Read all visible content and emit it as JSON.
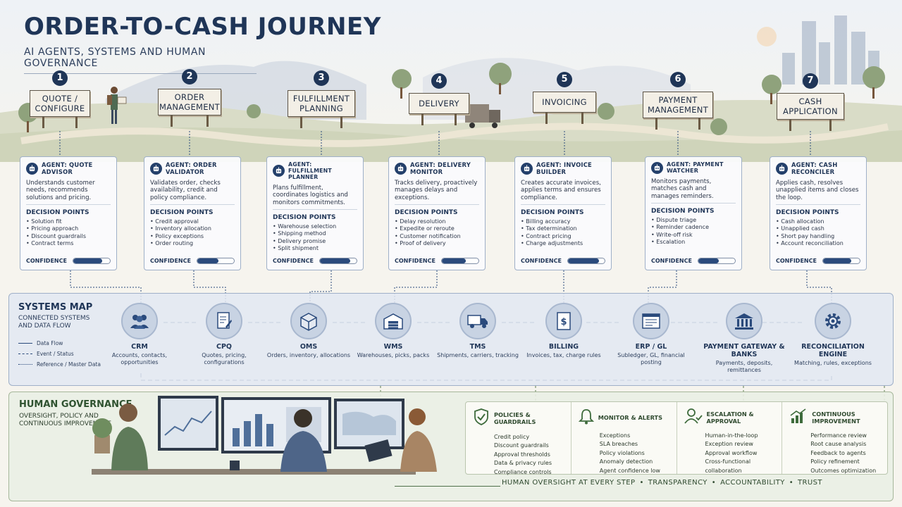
{
  "header": {
    "title": "ORDER-TO-CASH JOURNEY",
    "subtitle": "AI AGENTS, SYSTEMS AND HUMAN GOVERNANCE"
  },
  "stages": [
    {
      "num": "1",
      "label": "QUOTE / CONFIGURE"
    },
    {
      "num": "2",
      "label": "ORDER MANAGEMENT"
    },
    {
      "num": "3",
      "label": "FULFILLMENT PLANNING"
    },
    {
      "num": "4",
      "label": "DELIVERY"
    },
    {
      "num": "5",
      "label": "INVOICING"
    },
    {
      "num": "6",
      "label": "PAYMENT MANAGEMENT"
    },
    {
      "num": "7",
      "label": "CASH APPLICATION"
    }
  ],
  "agents": [
    {
      "name": "AGENT: QUOTE ADVISOR",
      "desc": "Understands customer needs, recommends solutions and pricing.",
      "dp_title": "DECISION POINTS",
      "points": [
        "Solution fit",
        "Pricing approach",
        "Discount guardrails",
        "Contract terms"
      ],
      "confidence_label": "CONFIDENCE",
      "confidence": 0.78
    },
    {
      "name": "AGENT: ORDER VALIDATOR",
      "desc": "Validates order, checks availability, credit and policy compliance.",
      "dp_title": "DECISION POINTS",
      "points": [
        "Credit approval",
        "Inventory allocation",
        "Policy exceptions",
        "Order routing"
      ],
      "confidence_label": "CONFIDENCE",
      "confidence": 0.58
    },
    {
      "name": "AGENT: FULFILLMENT PLANNER",
      "desc": "Plans fulfillment, coordinates logistics and monitors commitments.",
      "dp_title": "DECISION POINTS",
      "points": [
        "Warehouse selection",
        "Shipping method",
        "Delivery promise",
        "Split shipment"
      ],
      "confidence_label": "CONFIDENCE",
      "confidence": 0.82
    },
    {
      "name": "AGENT: DELIVERY MONITOR",
      "desc": "Tracks delivery, proactively manages delays and exceptions.",
      "dp_title": "DECISION POINTS",
      "points": [
        "Delay resolution",
        "Expedite or reroute",
        "Customer notification",
        "Proof of delivery"
      ],
      "confidence_label": "CONFIDENCE",
      "confidence": 0.66
    },
    {
      "name": "AGENT: INVOICE BUILDER",
      "desc": "Creates accurate invoices, applies terms and ensures compliance.",
      "dp_title": "DECISION POINTS",
      "points": [
        "Billing accuracy",
        "Tax determination",
        "Contract pricing",
        "Charge adjustments"
      ],
      "confidence_label": "CONFIDENCE",
      "confidence": 0.85
    },
    {
      "name": "AGENT: PAYMENT WATCHER",
      "desc": "Monitors payments, matches cash and manages reminders.",
      "dp_title": "DECISION POINTS",
      "points": [
        "Dispute triage",
        "Reminder cadence",
        "Write-off risk",
        "Escalation"
      ],
      "confidence_label": "CONFIDENCE",
      "confidence": 0.55
    },
    {
      "name": "AGENT: CASH RECONCILER",
      "desc": "Applies cash, resolves unapplied items and closes the loop.",
      "dp_title": "DECISION POINTS",
      "points": [
        "Cash allocation",
        "Unapplied cash",
        "Short pay handling",
        "Account reconciliation"
      ],
      "confidence_label": "CONFIDENCE",
      "confidence": 0.76
    }
  ],
  "systems": {
    "title": "SYSTEMS MAP",
    "subtitle": "CONNECTED SYSTEMS AND DATA FLOW",
    "legend": [
      "Data Flow",
      "Event / Status",
      "Reference / Master Data"
    ],
    "nodes": [
      {
        "name": "CRM",
        "desc": "Accounts, contacts, opportunities",
        "icon": "people-icon"
      },
      {
        "name": "CPQ",
        "desc": "Quotes, pricing, configurations",
        "icon": "document-pen-icon"
      },
      {
        "name": "OMS",
        "desc": "Orders, inventory, allocations",
        "icon": "box-icon"
      },
      {
        "name": "WMS",
        "desc": "Warehouses, picks, packs",
        "icon": "warehouse-icon"
      },
      {
        "name": "TMS",
        "desc": "Shipments, carriers, tracking",
        "icon": "truck-icon"
      },
      {
        "name": "BILLING",
        "desc": "Invoices, tax, charge rules",
        "icon": "invoice-icon"
      },
      {
        "name": "ERP / GL",
        "desc": "Subledger, GL, financial posting",
        "icon": "ledger-icon"
      },
      {
        "name": "PAYMENT GATEWAY & BANKS",
        "desc": "Payments, deposits, remittances",
        "icon": "bank-icon"
      },
      {
        "name": "RECONCILIATION ENGINE",
        "desc": "Matching, rules, exceptions",
        "icon": "gear-icon"
      }
    ]
  },
  "governance": {
    "title": "HUMAN GOVERNANCE",
    "subtitle": "OVERSIGHT, POLICY AND CONTINUOUS IMPROVEMENT",
    "columns": [
      {
        "title": "POLICIES & GUARDRAILS",
        "icon": "shield-check-icon",
        "items": [
          "Credit policy",
          "Discount guardrails",
          "Approval thresholds",
          "Data & privacy rules",
          "Compliance controls"
        ]
      },
      {
        "title": "MONITOR & ALERTS",
        "icon": "bell-icon",
        "items": [
          "Exceptions",
          "SLA breaches",
          "Policy violations",
          "Anomaly detection",
          "Agent confidence low"
        ]
      },
      {
        "title": "ESCALATION & APPROVAL",
        "icon": "person-check-icon",
        "items": [
          "Human-in-the-loop",
          "Exception review",
          "Approval workflow",
          "Cross-functional collaboration"
        ]
      },
      {
        "title": "CONTINUOUS IMPROVEMENT",
        "icon": "chart-up-icon",
        "items": [
          "Performance review",
          "Root cause analysis",
          "Feedback to agents",
          "Policy refinement",
          "Outcomes optimization"
        ]
      }
    ],
    "footer": [
      "HUMAN OVERSIGHT AT EVERY STEP",
      "TRANSPARENCY",
      "ACCOUNTABILITY",
      "TRUST"
    ]
  },
  "colors": {
    "navy": "#1f3557",
    "confidence_fill": "#2a4a7c",
    "governance_green": "#2f5230"
  }
}
